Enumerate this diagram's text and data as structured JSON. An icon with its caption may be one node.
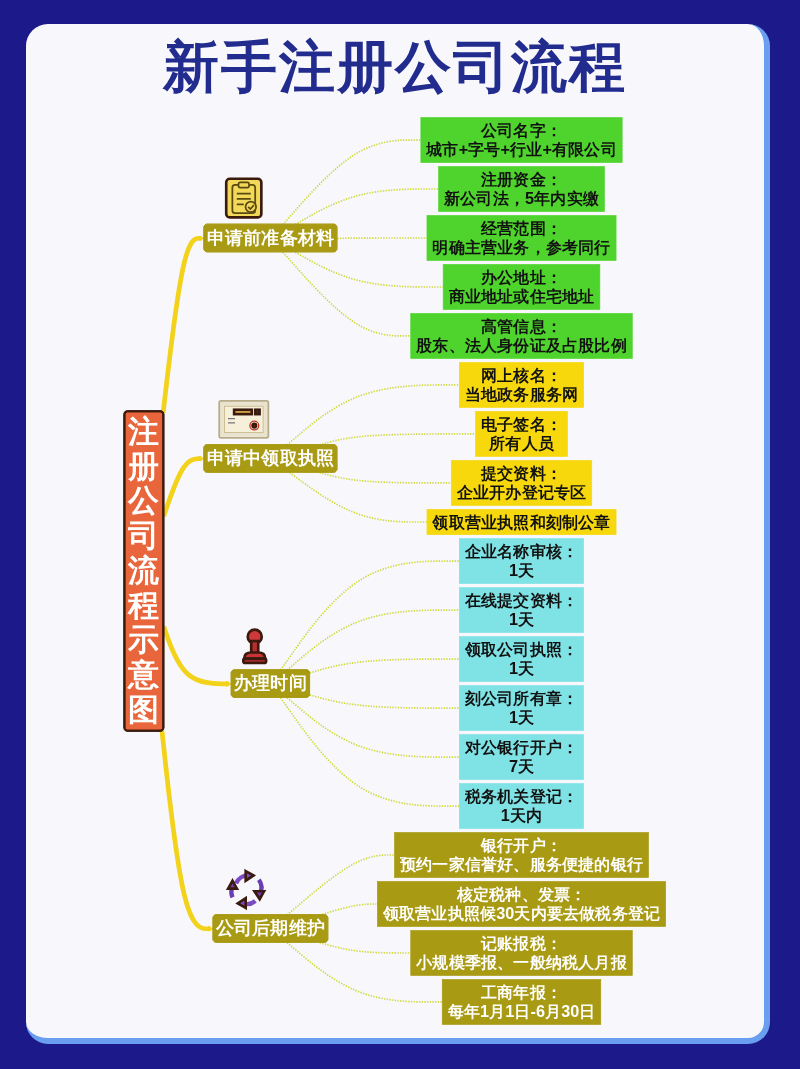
{
  "diagram": {
    "title": "新手注册公司流程",
    "nodes": [
      {
        "text": [
          "注册公司流程示意图"
        ]
      },
      {
        "text": [
          "申请前准备材料"
        ]
      },
      {
        "text": [
          "公司名字：",
          "城市+字号+行业+有限公司"
        ]
      },
      {
        "text": [
          "注册资金：",
          "新公司法，5年内实缴"
        ]
      },
      {
        "text": [
          "经营范围：",
          "明确主营业务，参考同行"
        ]
      },
      {
        "text": [
          "办公地址：",
          "商业地址或住宅地址"
        ]
      },
      {
        "text": [
          "高管信息：",
          "股东、法人身份证及占股比例"
        ]
      },
      {
        "text": [
          "申请中领取执照"
        ]
      },
      {
        "text": [
          "网上核名：",
          "当地政务服务网"
        ]
      },
      {
        "text": [
          "电子签名：",
          "所有人员"
        ]
      },
      {
        "text": [
          "提交资料：",
          "企业开办登记专区"
        ]
      },
      {
        "text": [
          "领取营业执照和刻制公章"
        ]
      },
      {
        "text": [
          "办理时间"
        ]
      },
      {
        "text": [
          "企业名称审核：",
          "1天"
        ]
      },
      {
        "text": [
          "在线提交资料：",
          "1天"
        ]
      },
      {
        "text": [
          "领取公司执照：",
          "1天"
        ]
      },
      {
        "text": [
          "刻公司所有章：",
          "1天"
        ]
      },
      {
        "text": [
          "对公银行开户：",
          "7天"
        ]
      },
      {
        "text": [
          "税务机关登记：",
          "1天内"
        ]
      },
      {
        "text": [
          "公司后期维护"
        ]
      },
      {
        "text": [
          "银行开户：",
          "预约一家信誉好、服务便捷的银行"
        ]
      },
      {
        "text": [
          "核定税种、发票：",
          "领取营业执照候30天内要去做税务登记"
        ]
      },
      {
        "text": [
          "记账报税：",
          "小规模季报、一般纳税人月报"
        ]
      },
      {
        "text": [
          "工商年报：",
          "每年1月1日-6月30日"
        ]
      }
    ],
    "edges": [
      {
        "from": 0,
        "to": 1,
        "arrow": "to",
        "style": "thick",
        "color": "#f2d21a"
      },
      {
        "from": 0,
        "to": 7,
        "arrow": "to",
        "style": "thick",
        "color": "#f2d21a"
      },
      {
        "from": 0,
        "to": 12,
        "arrow": "to",
        "style": "thick",
        "color": "#f2d21a"
      },
      {
        "from": 0,
        "to": 19,
        "arrow": "to",
        "style": "thick",
        "color": "#f2d21a"
      },
      {
        "from": 1,
        "to": 2,
        "arrow": "none",
        "style": "dashed"
      },
      {
        "from": 1,
        "to": 3,
        "arrow": "none",
        "style": "dashed"
      },
      {
        "from": 1,
        "to": 4,
        "arrow": "none",
        "style": "dashed"
      },
      {
        "from": 1,
        "to": 5,
        "arrow": "none",
        "style": "dashed"
      },
      {
        "from": 1,
        "to": 6,
        "arrow": "none",
        "style": "dashed"
      },
      {
        "from": 7,
        "to": 8,
        "arrow": "none",
        "style": "dashed"
      },
      {
        "from": 7,
        "to": 9,
        "arrow": "none",
        "style": "dashed"
      },
      {
        "from": 7,
        "to": 10,
        "arrow": "none",
        "style": "dashed"
      },
      {
        "from": 7,
        "to": 11,
        "arrow": "none",
        "style": "dashed"
      },
      {
        "from": 12,
        "to": 13,
        "arrow": "none",
        "style": "dashed"
      },
      {
        "from": 12,
        "to": 14,
        "arrow": "none",
        "style": "dashed"
      },
      {
        "from": 12,
        "to": 15,
        "arrow": "none",
        "style": "dashed"
      },
      {
        "from": 12,
        "to": 16,
        "arrow": "none",
        "style": "dashed"
      },
      {
        "from": 12,
        "to": 17,
        "arrow": "none",
        "style": "dashed"
      },
      {
        "from": 12,
        "to": 18,
        "arrow": "none",
        "style": "dashed"
      },
      {
        "from": 19,
        "to": 20,
        "arrow": "none",
        "style": "dashed"
      },
      {
        "from": 19,
        "to": 21,
        "arrow": "none",
        "style": "dashed"
      },
      {
        "from": 19,
        "to": 22,
        "arrow": "none",
        "style": "dashed"
      },
      {
        "from": 19,
        "to": 23,
        "arrow": "none",
        "style": "dashed"
      }
    ]
  }
}
